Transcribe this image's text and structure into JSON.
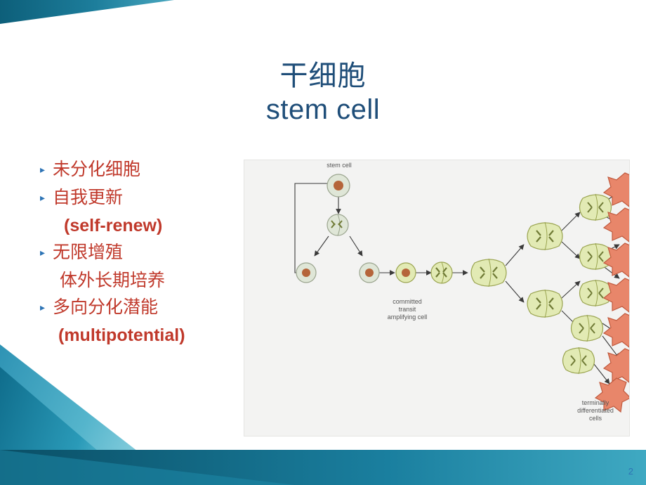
{
  "slide": {
    "title_cn": "干细胞",
    "title_en": "stem cell",
    "page_number": "2",
    "accent_color": "#2e74b5",
    "title_color": "#1f4e79",
    "bullet_text_color": "#c0392b",
    "background_color": "#ffffff"
  },
  "bullets": [
    {
      "marker": "▸",
      "label": "未分化细胞",
      "sub": ""
    },
    {
      "marker": "▸",
      "label": "自我更新",
      "sub": "(self-renew)"
    },
    {
      "marker": "▸",
      "label": "无限增殖",
      "sub": "体外长期培养"
    },
    {
      "marker": "▸",
      "label": "多向分化潜能",
      "sub": "(multipotential)"
    }
  ],
  "figure": {
    "name": "stem-cell-differentiation-diagram",
    "background": "#f3f3f2",
    "labels": [
      {
        "id": "stem-cell",
        "text": "stem cell"
      },
      {
        "id": "committed-transit-amplifying-cell",
        "text": "committed\ntransit\namplifying cell"
      },
      {
        "id": "terminally-differentiated-cells",
        "text": "terminally\ndifferentiated\ncells"
      }
    ],
    "colors": {
      "stem_cell_fill": "#dfe6d7",
      "stem_cell_outline": "#9aa48e",
      "nucleus": "#b5653a",
      "amplifying_fill": "#e2eab4",
      "amplifying_outline": "#9aa450",
      "chromatin": "#6f7a35",
      "differentiated_fill": "#e8866a",
      "differentiated_outline": "#c05a3e",
      "arrow": "#3a3a3a"
    }
  }
}
